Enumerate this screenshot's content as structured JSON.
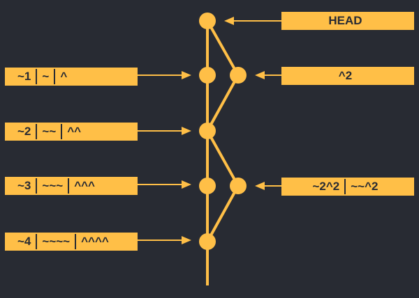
{
  "colors": {
    "background": "#282b33",
    "accent": "#ffbf47"
  },
  "head_label": "HEAD",
  "left_labels": [
    {
      "name": "label-parent-1",
      "parts": [
        "~1",
        "~",
        "^"
      ]
    },
    {
      "name": "label-parent-2",
      "parts": [
        "~2",
        "~~",
        "^^"
      ]
    },
    {
      "name": "label-parent-3",
      "parts": [
        "~3",
        "~~~",
        "^^^"
      ]
    },
    {
      "name": "label-parent-4",
      "parts": [
        "~4",
        "~~~~",
        "^^^^"
      ]
    }
  ],
  "right_labels": [
    {
      "name": "label-second-parent-head",
      "parts": [
        "^2"
      ]
    },
    {
      "name": "label-second-parent-2",
      "parts": [
        "~2^2",
        "~~^2"
      ]
    }
  ]
}
